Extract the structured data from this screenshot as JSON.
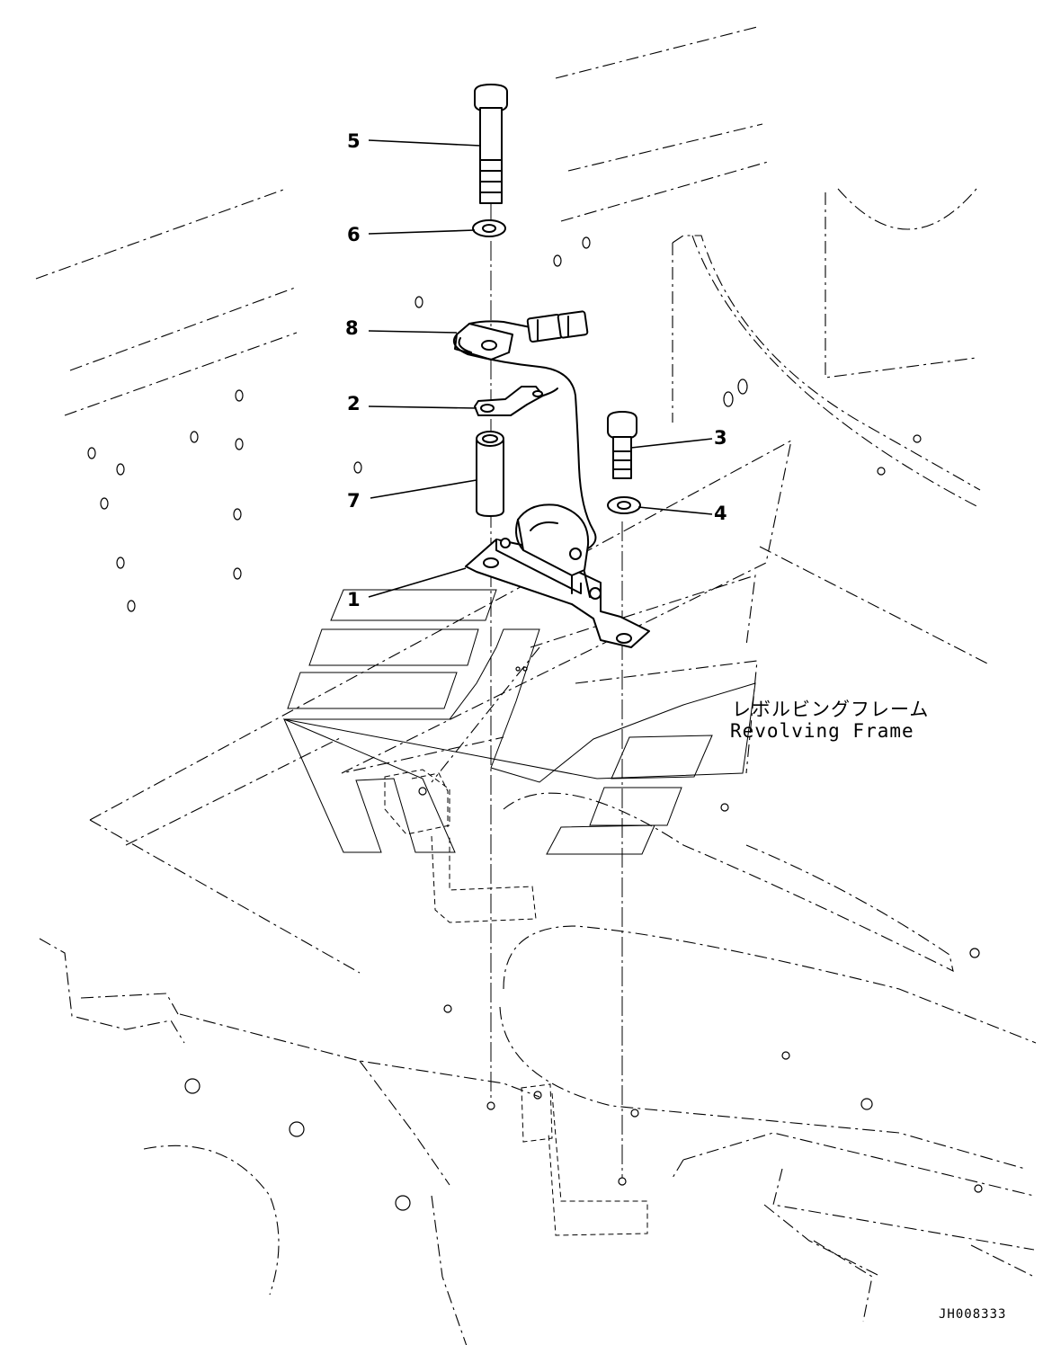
{
  "callouts": [
    {
      "id": "1",
      "label": "1"
    },
    {
      "id": "2",
      "label": "2"
    },
    {
      "id": "3",
      "label": "3"
    },
    {
      "id": "4",
      "label": "4"
    },
    {
      "id": "5",
      "label": "5"
    },
    {
      "id": "6",
      "label": "6"
    },
    {
      "id": "7",
      "label": "7"
    },
    {
      "id": "8",
      "label": "8"
    }
  ],
  "annotation": {
    "japanese": "レボルビングフレーム",
    "english": "Revolving Frame"
  },
  "drawing_code": "JH008333"
}
